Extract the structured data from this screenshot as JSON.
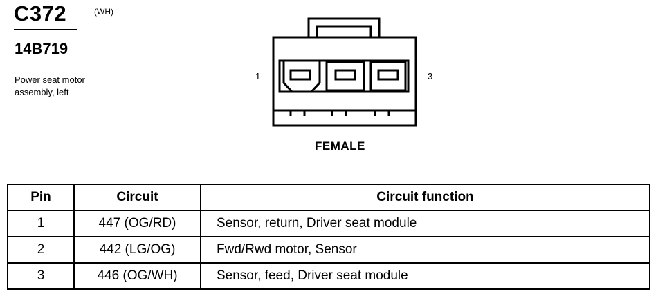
{
  "header": {
    "connector_id": "C372",
    "connector_color": "(WH)",
    "part_number": "14B719",
    "description_lines": [
      "Power seat motor",
      "assembly, left"
    ]
  },
  "diagram": {
    "pin_label_left": "1",
    "pin_label_right": "3",
    "view_label": "FEMALE"
  },
  "table": {
    "headers": {
      "pin": "Pin",
      "circuit": "Circuit",
      "function": "Circuit function"
    },
    "rows": [
      {
        "pin": "1",
        "circuit": "447 (OG/RD)",
        "function": "Sensor, return, Driver seat module"
      },
      {
        "pin": "2",
        "circuit": "442 (LG/OG)",
        "function": "Fwd/Rwd motor, Sensor"
      },
      {
        "pin": "3",
        "circuit": "446 (OG/WH)",
        "function": "Sensor, feed, Driver seat module"
      }
    ]
  }
}
